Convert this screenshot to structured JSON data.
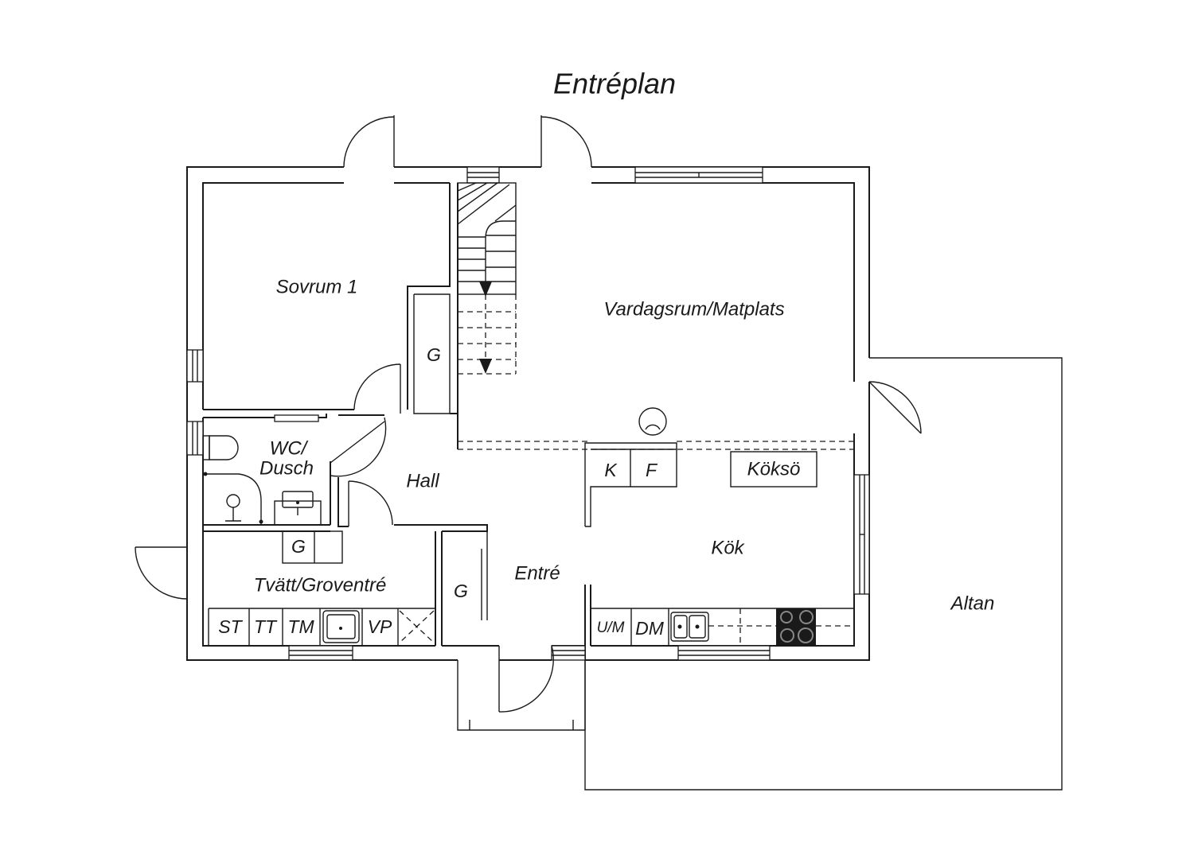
{
  "plan": {
    "title": "Entréplan"
  },
  "rooms": {
    "sovrum": "Sovrum 1",
    "vardagsrum": "Vardagsrum/Matplats",
    "wc_line1": "WC/",
    "wc_line2": "Dusch",
    "hall": "Hall",
    "entre": "Entré",
    "tvatt": "Tvätt/Groventré",
    "kok": "Kök",
    "koksoe": "Köksö",
    "altan": "Altan"
  },
  "fixtures": {
    "g_sovrum": "G",
    "g_tvatt": "G",
    "g_entre": "G",
    "k": "K",
    "f": "F",
    "st": "ST",
    "tt": "TT",
    "tm": "TM",
    "vp": "VP",
    "um": "U/M",
    "dm": "DM"
  }
}
